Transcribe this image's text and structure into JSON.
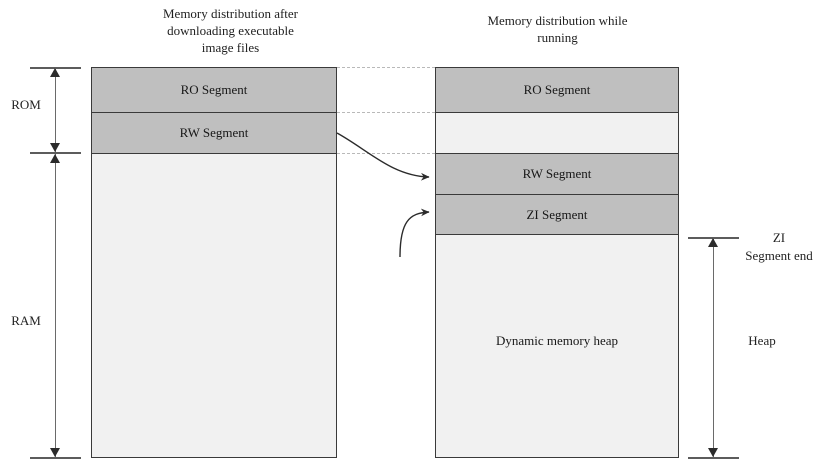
{
  "diagram": {
    "titles": {
      "left": "Memory distribution after\ndownloading executable\nimage files",
      "right": "Memory distribution while\nrunning"
    },
    "left_column": {
      "segments": [
        {
          "label": "RO Segment",
          "fill": "#bfbfbf"
        },
        {
          "label": "RW Segment",
          "fill": "#bfbfbf"
        },
        {
          "label": "",
          "fill": "#f1f1f1"
        }
      ]
    },
    "right_column": {
      "segments": [
        {
          "label": "RO Segment",
          "fill": "#bfbfbf"
        },
        {
          "label": "",
          "fill": "#f1f1f1"
        },
        {
          "label": "RW Segment",
          "fill": "#bfbfbf"
        },
        {
          "label": "ZI Segment",
          "fill": "#bfbfbf"
        },
        {
          "label": "Dynamic memory heap",
          "fill": "#f1f1f1"
        }
      ]
    },
    "left_brackets": [
      {
        "label": "ROM"
      },
      {
        "label": "RAM"
      }
    ],
    "right_brackets": [
      {
        "label": "ZI\nSegment end"
      },
      {
        "label": "Heap"
      }
    ],
    "colors": {
      "segment_gray": "#bfbfbf",
      "segment_light": "#f1f1f1",
      "border": "#3a3a3a",
      "connector": "#b9b9b9",
      "arrow": "#2b2b2b",
      "text": "#1f1f1f"
    }
  }
}
